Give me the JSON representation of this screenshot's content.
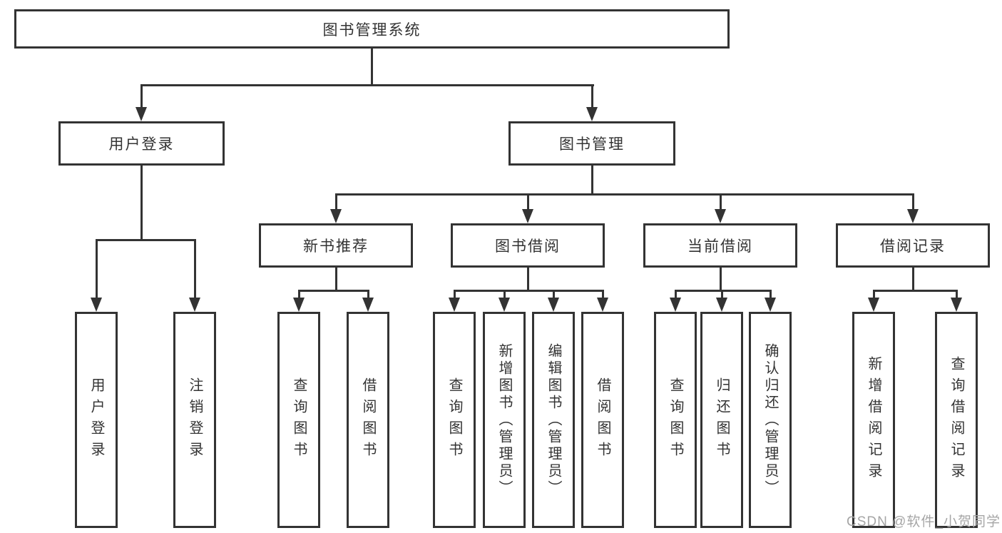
{
  "colors": {
    "line": "#333333",
    "text": "#333333",
    "background": "#ffffff",
    "watermark": "#a6a6a6"
  },
  "watermark": {
    "text": "CSDN @软件_小贺同学"
  },
  "tree": {
    "root": {
      "label": "图书管理系统"
    },
    "branches": [
      {
        "label": "用户登录",
        "children": [
          {
            "label": "用户登录"
          },
          {
            "label": "注销登录"
          }
        ]
      },
      {
        "label": "图书管理",
        "children": [
          {
            "label": "新书推荐",
            "children": [
              {
                "label": "查询图书"
              },
              {
                "label": "借阅图书"
              }
            ]
          },
          {
            "label": "图书借阅",
            "children": [
              {
                "label": "查询图书"
              },
              {
                "label": "新增图书（管理员）"
              },
              {
                "label": "编辑图书（管理员）"
              },
              {
                "label": "借阅图书"
              }
            ]
          },
          {
            "label": "当前借阅",
            "children": [
              {
                "label": "查询图书"
              },
              {
                "label": "归还图书"
              },
              {
                "label": "确认归还（管理员）"
              }
            ]
          },
          {
            "label": "借阅记录",
            "children": [
              {
                "label": "新增借阅记录"
              },
              {
                "label": "查询借阅记录"
              }
            ]
          }
        ]
      }
    ]
  }
}
